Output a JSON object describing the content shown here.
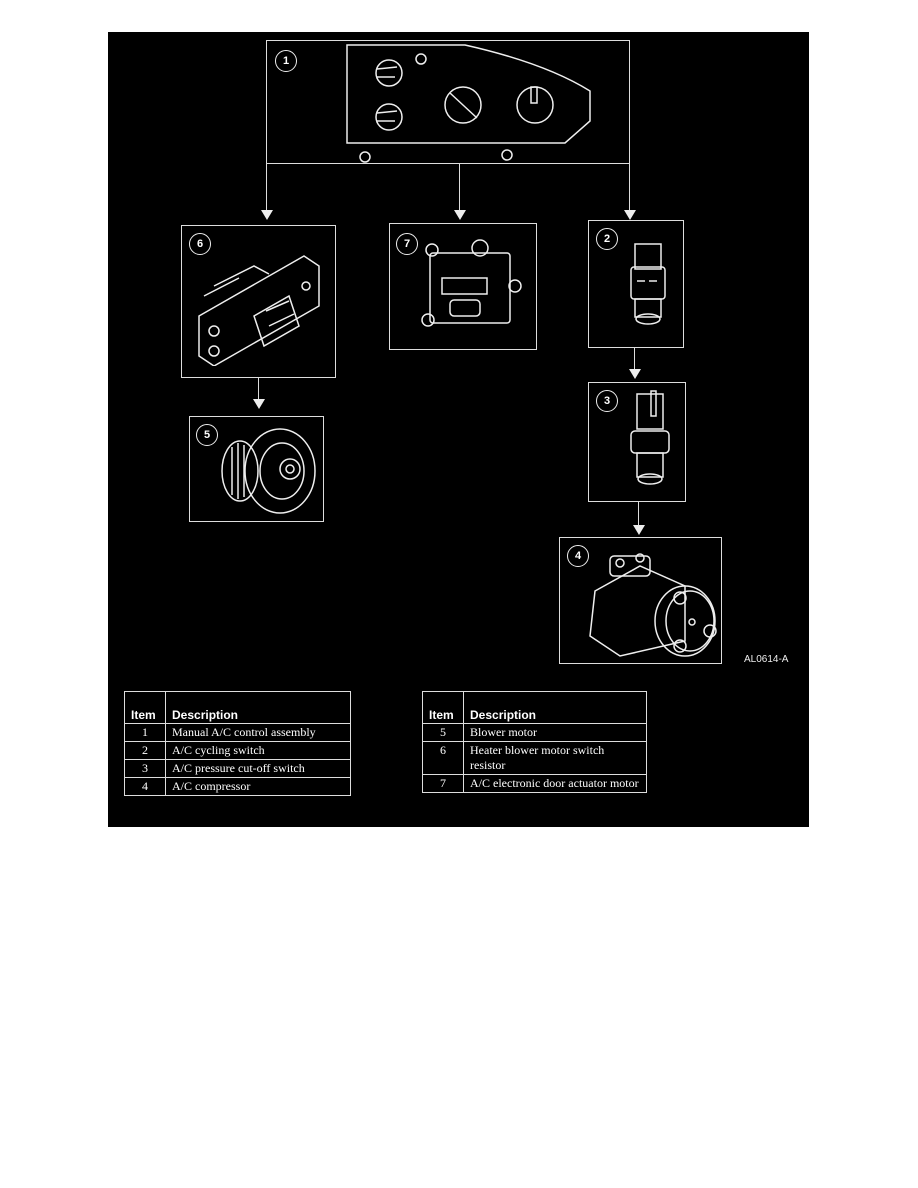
{
  "diagram": {
    "figure_id": "AL0614-A",
    "components": [
      {
        "item": "1",
        "label": "Manual A/C control assembly"
      },
      {
        "item": "2",
        "label": "A/C cycling switch"
      },
      {
        "item": "3",
        "label": "A/C pressure cut-off switch"
      },
      {
        "item": "4",
        "label": "A/C compressor"
      },
      {
        "item": "5",
        "label": "Blower motor"
      },
      {
        "item": "6",
        "label": "Heater blower motor switch resistor"
      },
      {
        "item": "7",
        "label": "A/C electronic door actuator motor"
      }
    ],
    "connections": [
      {
        "from": "1",
        "to": "6"
      },
      {
        "from": "1",
        "to": "7"
      },
      {
        "from": "1",
        "to": "2"
      },
      {
        "from": "6",
        "to": "5"
      },
      {
        "from": "2",
        "to": "3"
      },
      {
        "from": "3",
        "to": "4"
      }
    ]
  },
  "legend_left": {
    "header_item": "Item",
    "header_desc": "Description",
    "rows": [
      {
        "item": "1",
        "desc": "Manual A/C control assembly"
      },
      {
        "item": "2",
        "desc": "A/C cycling switch"
      },
      {
        "item": "3",
        "desc": "A/C pressure cut-off switch"
      },
      {
        "item": "4",
        "desc": "A/C compressor"
      }
    ]
  },
  "legend_right": {
    "header_item": "Item",
    "header_desc": "Description",
    "rows": [
      {
        "item": "5",
        "desc": "Blower motor"
      },
      {
        "item": "6",
        "desc": "Heater blower motor switch resistor"
      },
      {
        "item": "7",
        "desc": "A/C electronic door actuator motor"
      }
    ]
  }
}
